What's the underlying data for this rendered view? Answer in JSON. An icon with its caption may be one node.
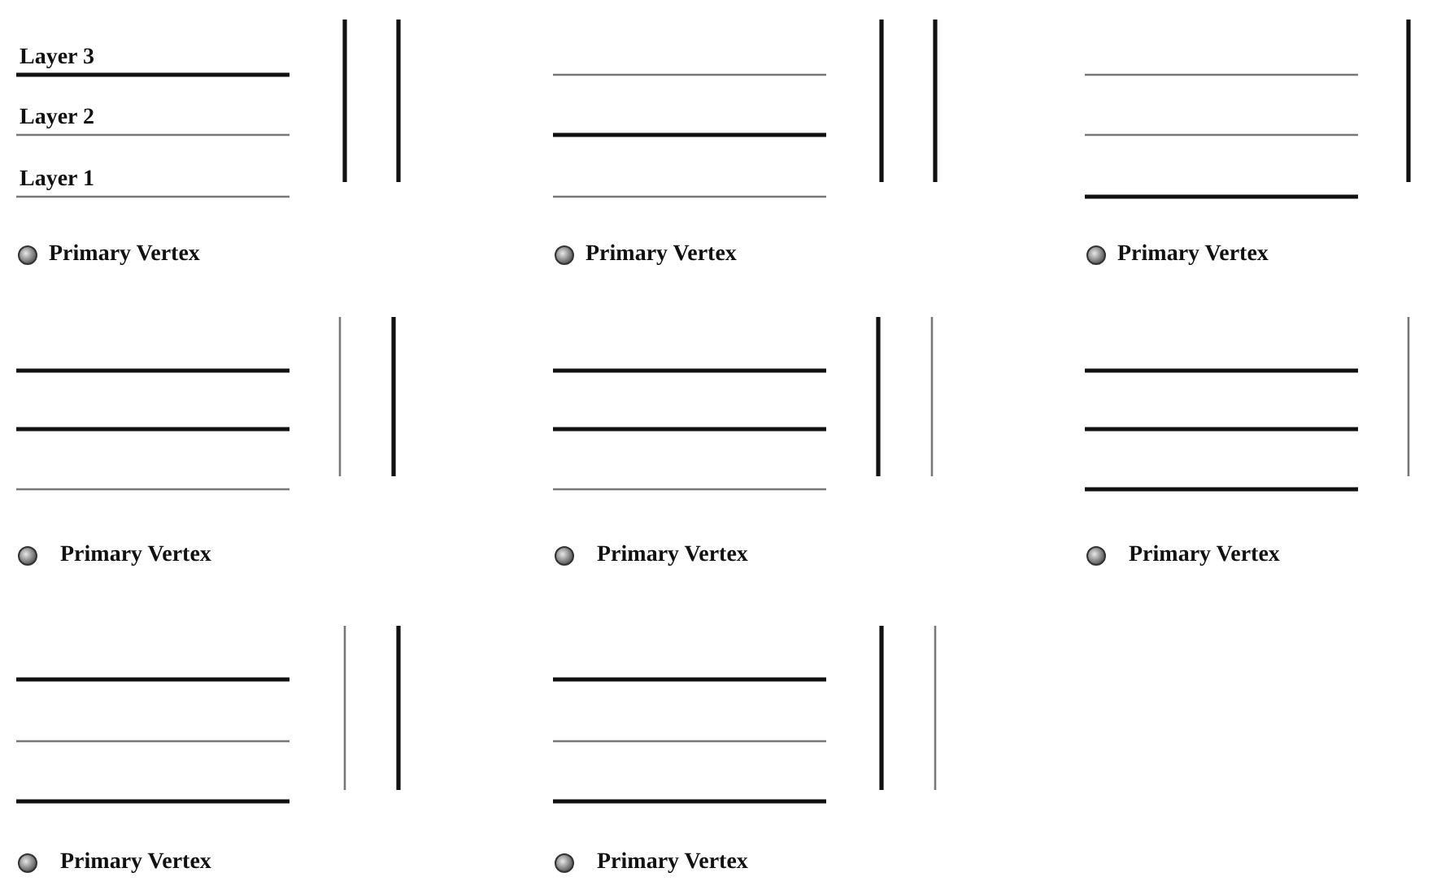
{
  "diagram": {
    "labels": [
      "Layer 3",
      "Layer 2",
      "Layer 1",
      "Primary Vertex",
      "Primary Vertex",
      "Primary Vertex",
      "Primary Vertex",
      "Primary Vertex",
      "Primary Vertex",
      "Primary Vertex",
      "Primary Vertex"
    ]
  }
}
